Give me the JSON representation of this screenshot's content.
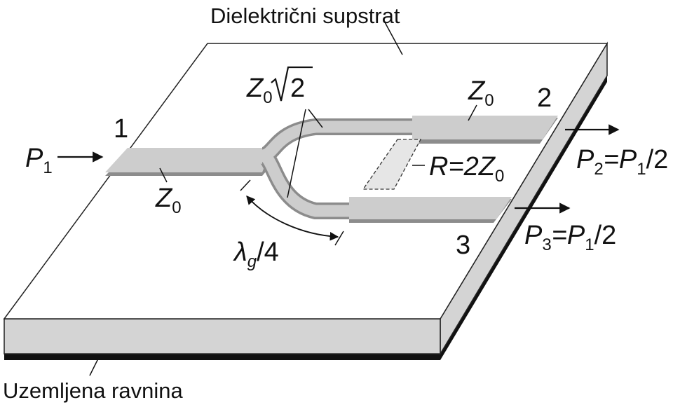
{
  "labels": {
    "substrate": "Dielektrični supstrat",
    "ground_plane": "Uzemljena ravnina",
    "port1": "1",
    "port2": "2",
    "port3": "3"
  },
  "math": {
    "p1": {
      "base": "P",
      "sub": "1"
    },
    "z0_in": {
      "base": "Z",
      "sub": "0"
    },
    "z0_top": {
      "base": "Z",
      "sub": "0"
    },
    "z0_sqrt2": {
      "base": "Z",
      "sub": "0",
      "radicand": "2"
    },
    "resistor": {
      "pre": "R=2Z",
      "sub": "0"
    },
    "p2": {
      "base": "P",
      "sub": "2",
      "rhs_base": "=P",
      "rhs_sub": "1",
      "rhs_tail": "/2"
    },
    "p3": {
      "base": "P",
      "sub": "3",
      "rhs_base": "=P",
      "rhs_sub": "1",
      "rhs_tail": "/2"
    },
    "lambda": {
      "base": "λ",
      "sub": "g",
      "tail": "/4"
    }
  },
  "colors": {
    "substrate_top": "#ffffff",
    "substrate_side": "#d4d4d4",
    "ground": "#111111",
    "trace": "#cdcdcd",
    "trace_edge": "#8c8c8c",
    "resistor": "#e6e6e6"
  }
}
